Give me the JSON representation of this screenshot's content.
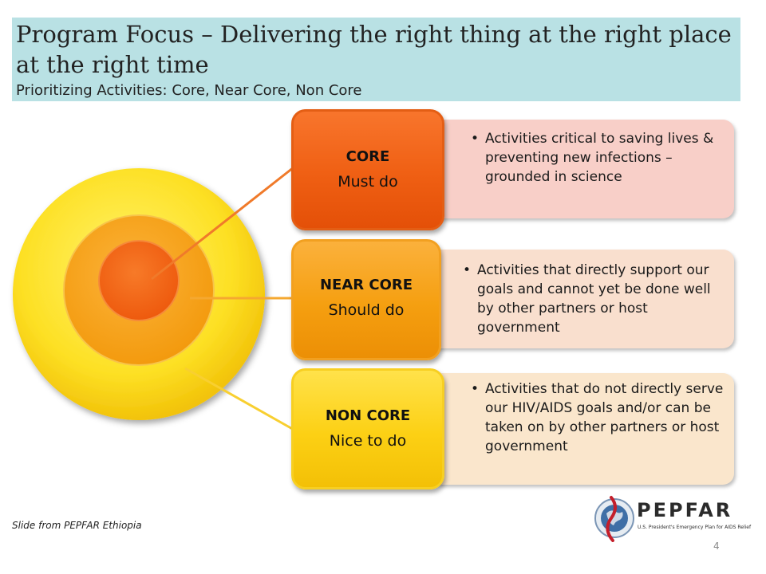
{
  "header": {
    "title": "Program Focus – Delivering the right thing at the right place at the right time",
    "subtitle": "Prioritizing Activities: Core, Near Core, Non Core",
    "background": "#b9e1e4"
  },
  "levels": [
    {
      "label": "CORE",
      "action": "Must do",
      "description": "Activities critical to saving lives & preventing new infections – grounded in science",
      "color": "#f05a10",
      "panel_color": "#f8cfc8"
    },
    {
      "label": "NEAR CORE",
      "action": "Should do",
      "description": "Activities that directly support our goals and cannot yet be done well by other partners or host government",
      "color": "#f5a00f",
      "panel_color": "#f9dfce"
    },
    {
      "label": "NON CORE",
      "action": "Nice to do",
      "description": "Activities that do not directly serve our HIV/AIDS goals and/or can be taken on by other partners or host government",
      "color": "#fbd214",
      "panel_color": "#fae6cc"
    }
  ],
  "footer": {
    "credit": "Slide from PEPFAR Ethiopia",
    "logo_text": "PEPFAR",
    "logo_tagline": "U.S. President's Emergency Plan for AIDS Relief",
    "page_number": "4"
  }
}
